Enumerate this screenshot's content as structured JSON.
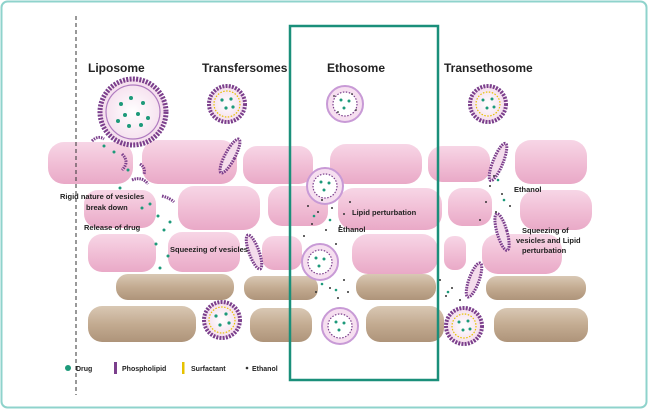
{
  "columns": {
    "liposome": "Liposome",
    "transfersomes": "Transfersomes",
    "ethosome": "Ethosome",
    "transethosome": "Transethosome"
  },
  "annotations": {
    "rigid_1": "Rigid nature of vesicles",
    "rigid_2": "break down",
    "release": "Release of drug",
    "squeezing": "Squeezing of vesicles",
    "lipid_perturbation": "Lipid perturbation",
    "ethanol_mid": "Ethanol",
    "ethanol_right": "Ethanol",
    "squeeze_lipid_1": "Squeezing of",
    "squeeze_lipid_2": "vesicles and Lipid",
    "squeeze_lipid_3": "perturbation"
  },
  "legend": {
    "drug": "Drug",
    "phospholipid": "Phospholipid",
    "surfactant": "Surfactant",
    "ethanol": "Ethanol"
  },
  "colors": {
    "frame_border": "#8fd3cc",
    "highlight_box": "#1a8f7a",
    "cell_pink": "#f3c6dc",
    "cell_tan": "#c7b29a",
    "phospholipid": "#7b3f8c",
    "surfactant": "#e6c200",
    "drug": "#1d9a7a",
    "ethanol": "#333333"
  }
}
